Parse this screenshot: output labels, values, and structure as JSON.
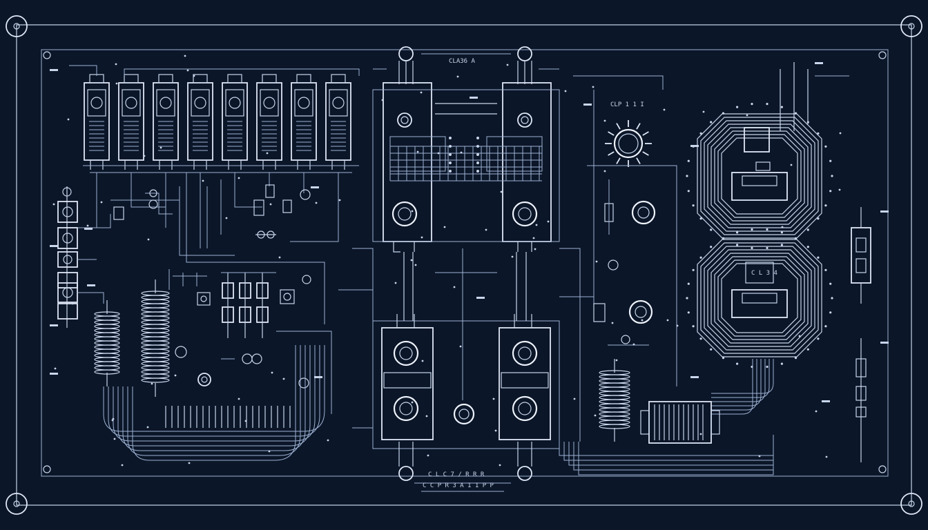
{
  "labels": {
    "top_center": "CLA36 A",
    "top_right": "CLP 1 1 I",
    "amp_core": "C L 3 4",
    "bottom_center_1": "C L C 7 / R R R",
    "bottom_center_2": "C C P R 3 A 1 1 P P"
  },
  "colors": {
    "background": "#0b1628",
    "trace": "#c9d6ec",
    "trace_dim": "#9fb3d4",
    "highlight": "#eef3fc"
  }
}
